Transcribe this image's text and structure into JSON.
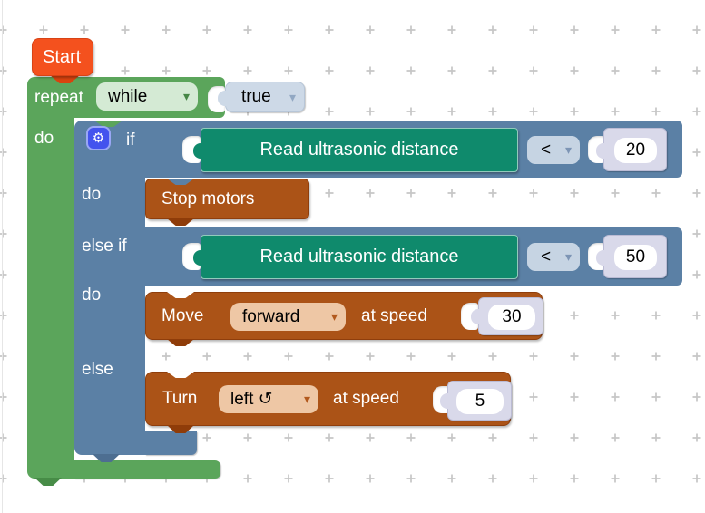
{
  "workspace": {
    "background": "#ffffff",
    "grid_color": "#c6c6c6"
  },
  "icons": {
    "gear": "⚙",
    "dropdown_arrow": "▾"
  },
  "colors": {
    "start_block": "#f4511e",
    "loop_block": "#5ba55b",
    "logic_block": "#5b80a5",
    "action_block": "#ab5317",
    "sensor_block": "#0f8a6c",
    "shadow_number_block": "#d9d9ea",
    "boolean_shadow_block": "#cdd9e7"
  },
  "blocks": {
    "start": {
      "label": "Start"
    },
    "repeat": {
      "keyword": "repeat",
      "mode": "while",
      "condition": "true",
      "do_label": "do"
    },
    "if": {
      "if_label": "if",
      "branch1": {
        "sensor": "Read ultrasonic distance",
        "operator": "<",
        "threshold": "20",
        "do_label": "do"
      },
      "branch2": {
        "label": "else if",
        "sensor": "Read ultrasonic distance",
        "operator": "<",
        "threshold": "50",
        "do_label": "do"
      },
      "else_label": "else"
    },
    "stop": {
      "label": "Stop motors"
    },
    "move": {
      "verb": "Move",
      "direction": "forward",
      "speed_label": "at speed",
      "speed": "30"
    },
    "turn": {
      "verb": "Turn",
      "direction": "left ↺",
      "speed_label": "at speed",
      "speed": "5"
    }
  }
}
